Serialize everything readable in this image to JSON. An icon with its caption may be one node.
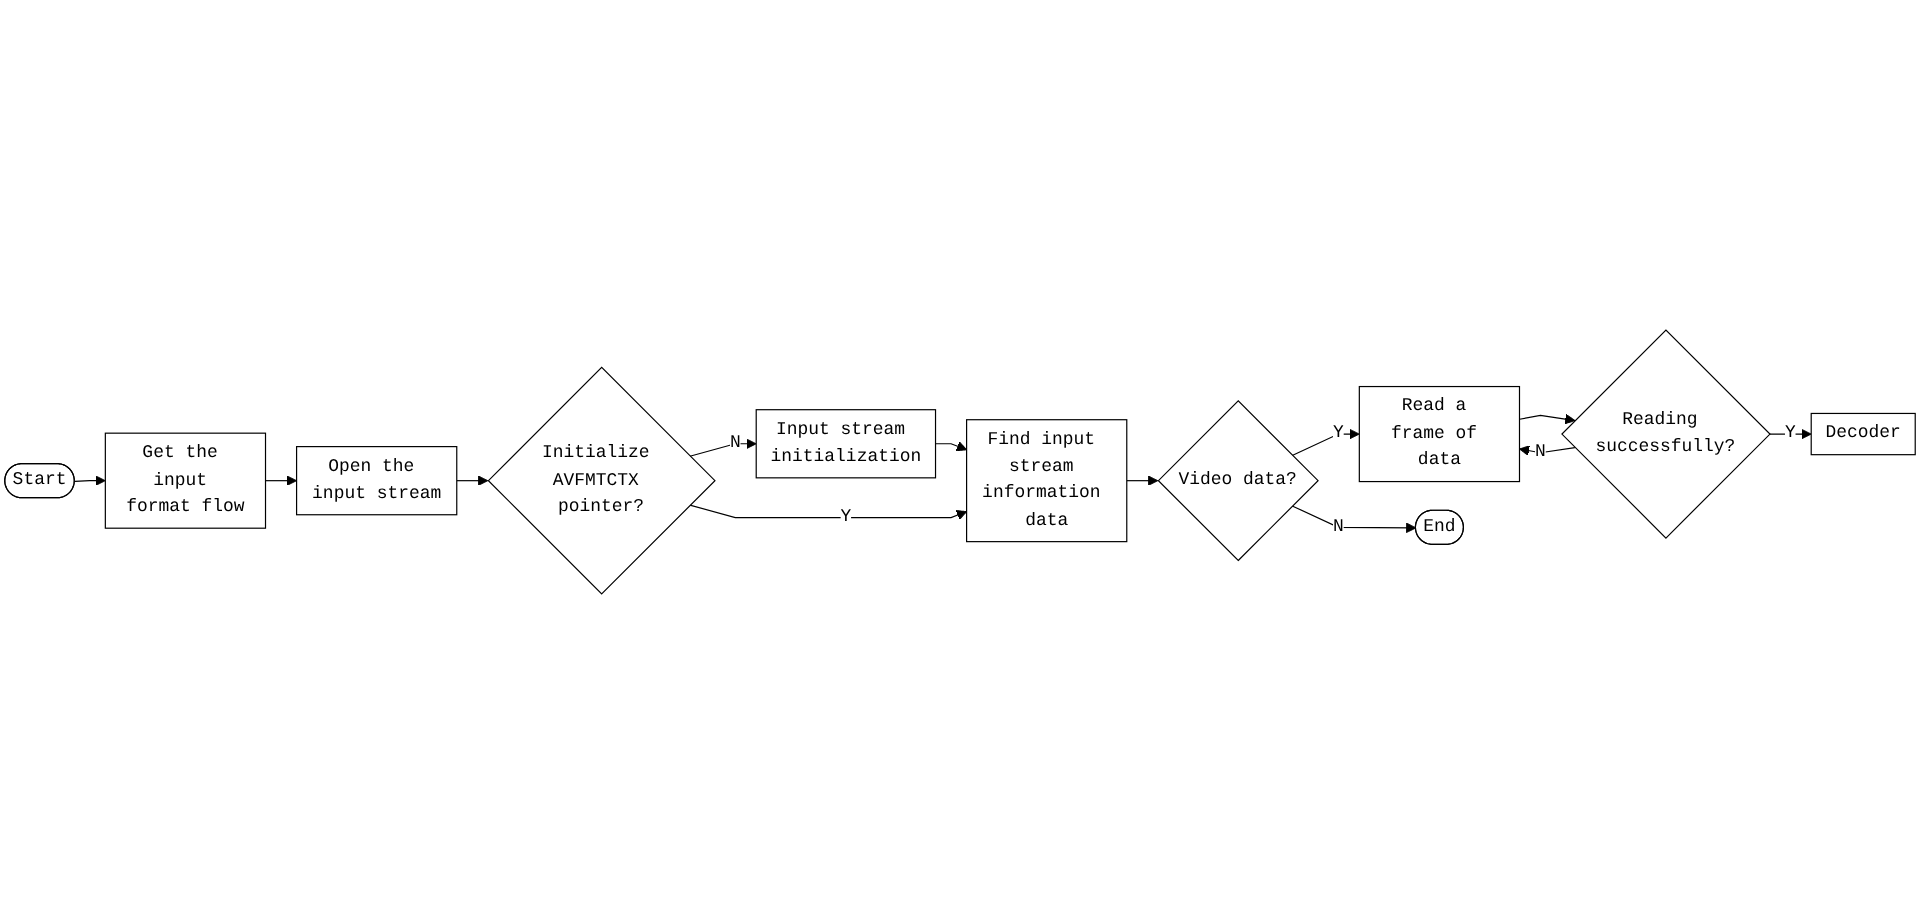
{
  "diagram": {
    "nodes": [
      {
        "text": [
          "Start"
        ]
      },
      {
        "text": [
          "Get the input format flow"
        ]
      },
      {
        "text": [
          "Open the input stream"
        ]
      },
      {
        "text": [
          "Initialize AVFMTCTX pointer?"
        ]
      },
      {
        "text": [
          "Input stream initialization"
        ]
      },
      {
        "text": [
          "Find input stream information data"
        ]
      },
      {
        "text": [
          "Video data?"
        ]
      },
      {
        "text": [
          "Read a frame of data"
        ]
      },
      {
        "text": [
          "Reading successfully?"
        ]
      },
      {
        "text": [
          "Decoder"
        ]
      },
      {
        "text": [
          "End"
        ]
      }
    ],
    "edges": [
      {
        "from": 0,
        "to": 1,
        "arrow": "to"
      },
      {
        "from": 1,
        "to": 2,
        "arrow": "to"
      },
      {
        "from": 2,
        "to": 3,
        "arrow": "to"
      },
      {
        "from": 3,
        "to": 4,
        "arrow": "to",
        "label": "N"
      },
      {
        "from": 4,
        "to": 5,
        "arrow": "to"
      },
      {
        "from": 3,
        "to": 5,
        "arrow": "to",
        "label": "Y"
      },
      {
        "from": 5,
        "to": 6,
        "arrow": "to"
      },
      {
        "from": 6,
        "to": 7,
        "arrow": "to",
        "label": "Y"
      },
      {
        "from": 6,
        "to": 10,
        "arrow": "to",
        "label": "N"
      },
      {
        "from": 7,
        "to": 8,
        "arrow": "to"
      },
      {
        "from": 8,
        "to": 9,
        "arrow": "to",
        "label": "Y"
      },
      {
        "from": 8,
        "to": 7,
        "arrow": "to",
        "label": "N"
      }
    ]
  }
}
